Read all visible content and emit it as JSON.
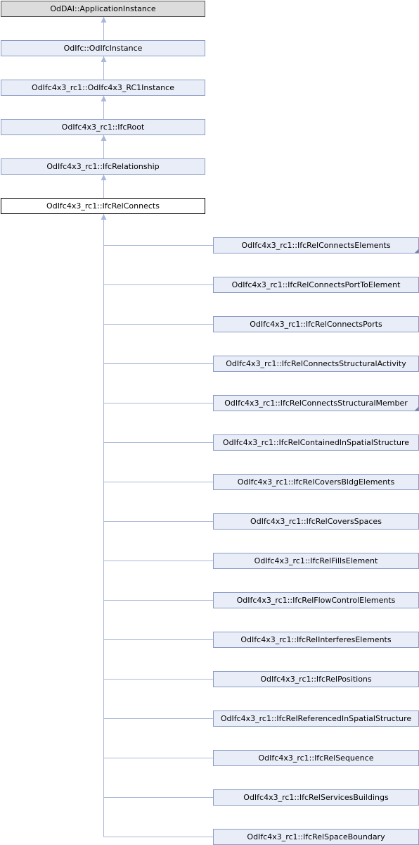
{
  "colors": {
    "node_fill": "#e8edf8",
    "node_border": "#8a9bc4",
    "ancestor_top_fill": "#dcdcdc",
    "ancestor_top_border": "#555555",
    "current_fill": "#ffffff",
    "current_border": "#000000",
    "edge": "#a9b8d8",
    "fold_marker": "#6f84b6"
  },
  "ancestors": [
    {
      "label": "OdDAI::ApplicationInstance",
      "kind": "root"
    },
    {
      "label": "OdIfc::OdIfcInstance",
      "kind": "normal"
    },
    {
      "label": "OdIfc4x3_rc1::OdIfc4x3_RC1Instance",
      "kind": "normal"
    },
    {
      "label": "OdIfc4x3_rc1::IfcRoot",
      "kind": "normal"
    },
    {
      "label": "OdIfc4x3_rc1::IfcRelationship",
      "kind": "normal"
    }
  ],
  "current": {
    "label": "OdIfc4x3_rc1::IfcRelConnects"
  },
  "children": [
    {
      "label": "OdIfc4x3_rc1::IfcRelConnectsElements",
      "has_more": true
    },
    {
      "label": "OdIfc4x3_rc1::IfcRelConnectsPortToElement",
      "has_more": false
    },
    {
      "label": "OdIfc4x3_rc1::IfcRelConnectsPorts",
      "has_more": false
    },
    {
      "label": "OdIfc4x3_rc1::IfcRelConnectsStructuralActivity",
      "has_more": false
    },
    {
      "label": "OdIfc4x3_rc1::IfcRelConnectsStructuralMember",
      "has_more": true
    },
    {
      "label": "OdIfc4x3_rc1::IfcRelContainedInSpatialStructure",
      "has_more": false
    },
    {
      "label": "OdIfc4x3_rc1::IfcRelCoversBldgElements",
      "has_more": false
    },
    {
      "label": "OdIfc4x3_rc1::IfcRelCoversSpaces",
      "has_more": false
    },
    {
      "label": "OdIfc4x3_rc1::IfcRelFillsElement",
      "has_more": false
    },
    {
      "label": "OdIfc4x3_rc1::IfcRelFlowControlElements",
      "has_more": false
    },
    {
      "label": "OdIfc4x3_rc1::IfcRelInterferesElements",
      "has_more": false
    },
    {
      "label": "OdIfc4x3_rc1::IfcRelPositions",
      "has_more": false
    },
    {
      "label": "OdIfc4x3_rc1::IfcRelReferencedInSpatialStructure",
      "has_more": false
    },
    {
      "label": "OdIfc4x3_rc1::IfcRelSequence",
      "has_more": false
    },
    {
      "label": "OdIfc4x3_rc1::IfcRelServicesBuildings",
      "has_more": false
    },
    {
      "label": "OdIfc4x3_rc1::IfcRelSpaceBoundary",
      "has_more": false
    }
  ]
}
